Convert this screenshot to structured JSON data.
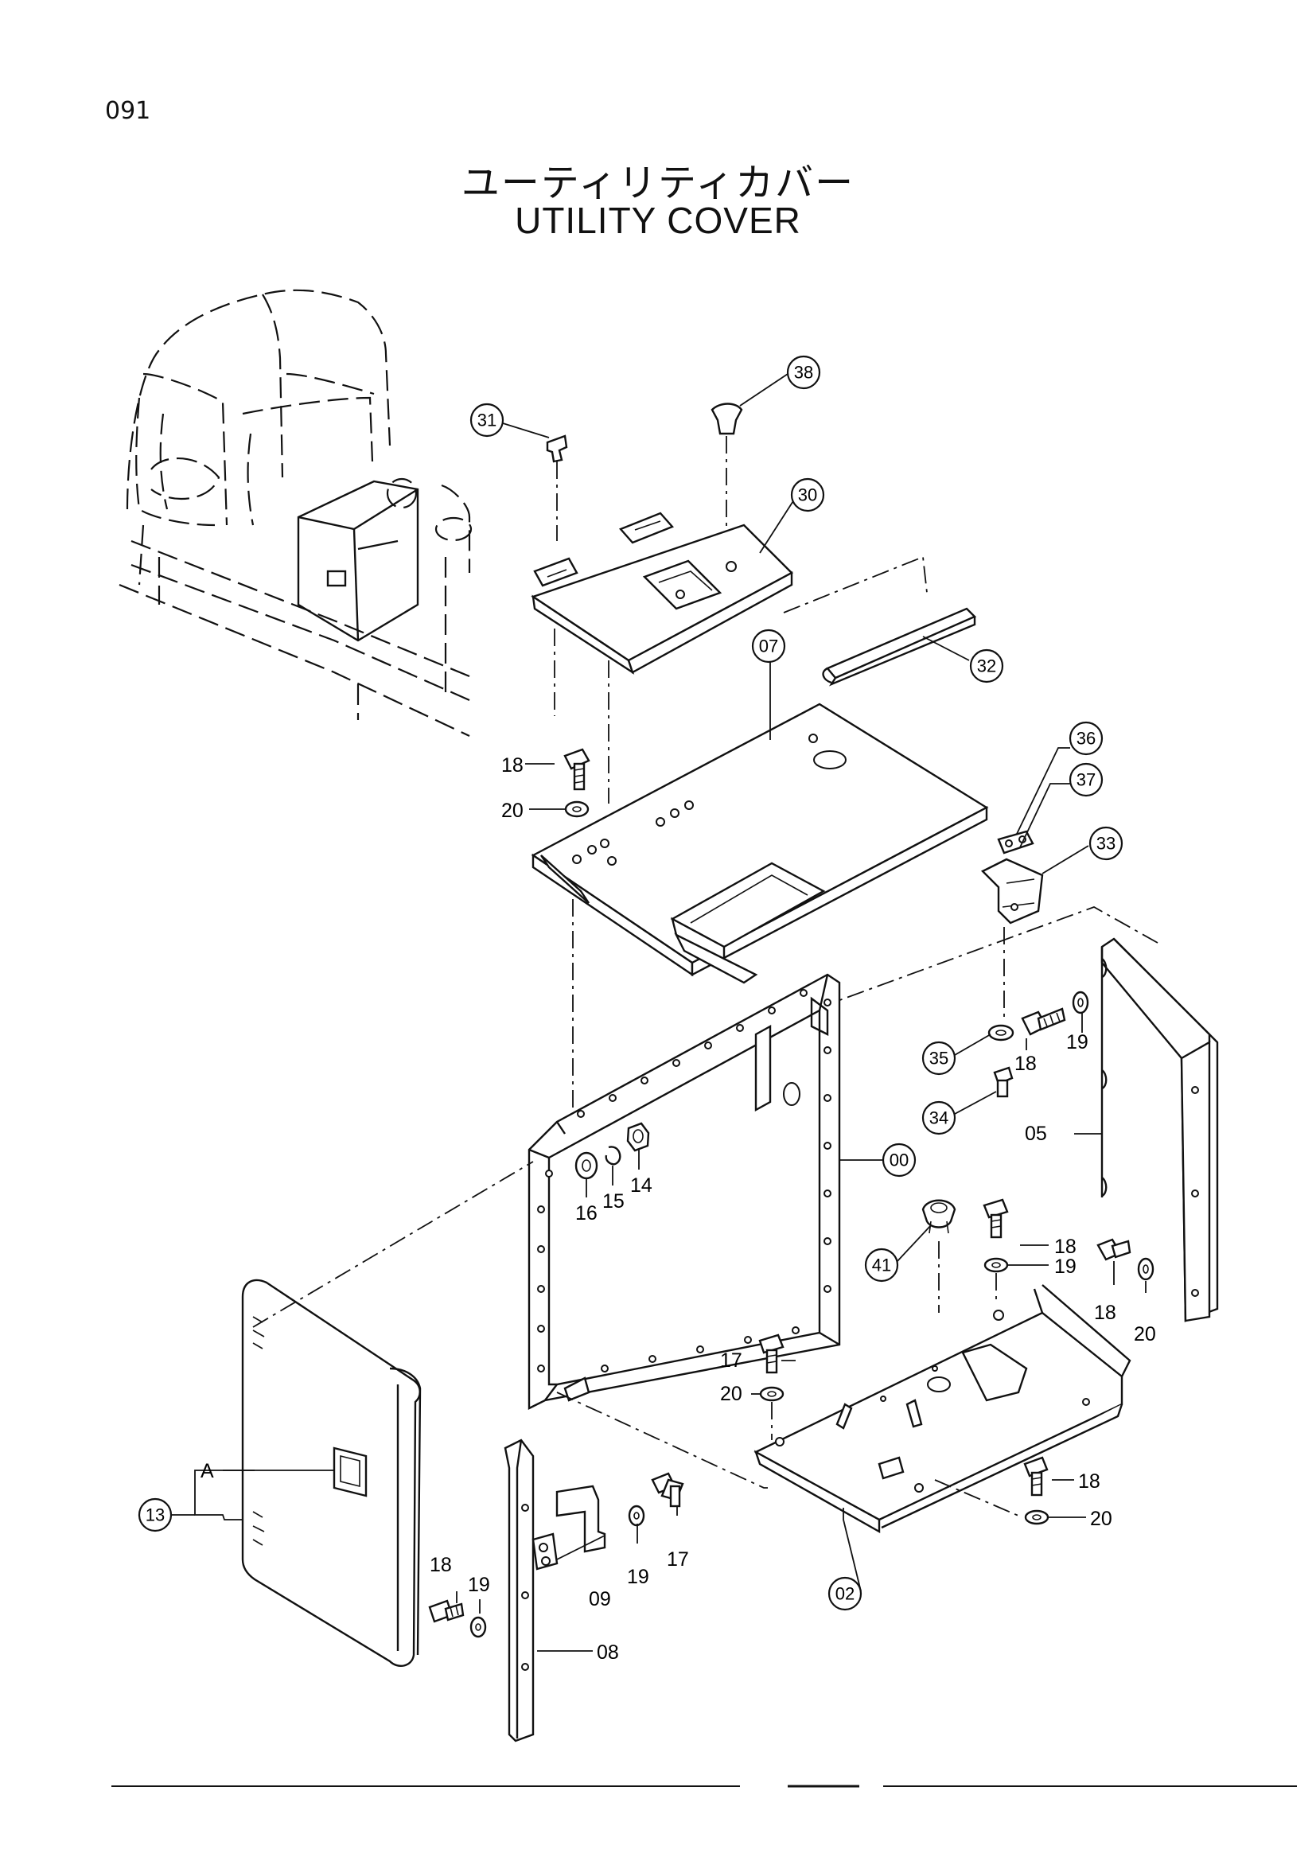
{
  "page_number": "091",
  "title_jp": "ユーティリティカバー",
  "title_en": "UTILITY   COVER",
  "callouts": {
    "c00": "00",
    "c02": "02",
    "c07": "07",
    "c13": "13",
    "c30": "30",
    "c31": "31",
    "c32": "32",
    "c33": "33",
    "c34": "34",
    "c35": "35",
    "c36": "36",
    "c37": "37",
    "c38": "38",
    "c41": "41"
  },
  "part_labels": {
    "p05": "05",
    "p08": "08",
    "p09": "09",
    "p14": "14",
    "p15": "15",
    "p16": "16",
    "p17": "17",
    "p18": "18",
    "p19": "19",
    "p20": "20"
  },
  "door_handle_label": "A",
  "colors": {
    "line": "#111111",
    "background": "#ffffff"
  }
}
